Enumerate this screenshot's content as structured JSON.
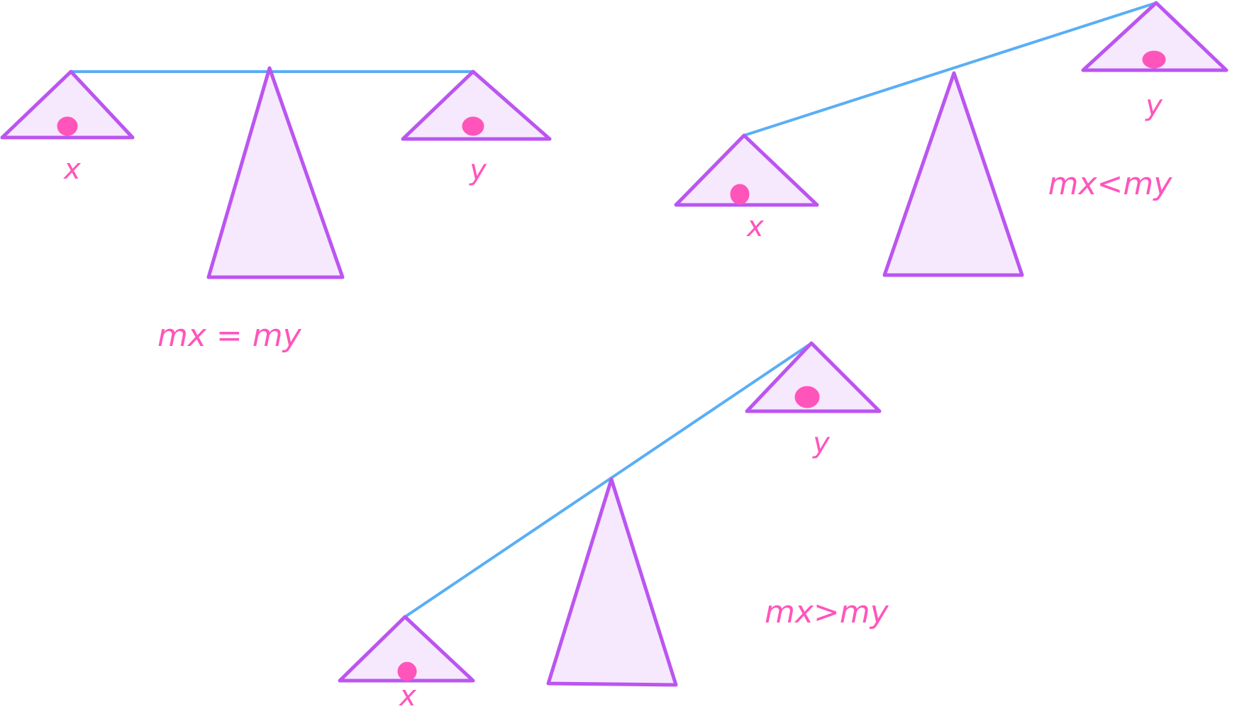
{
  "colors": {
    "beam": "#5aaef5",
    "outline": "#bb55f0",
    "fill": "#f7e9fd",
    "ink": "#ff55bb"
  },
  "balances": [
    {
      "left_label": "x",
      "right_label": "y",
      "relation": "mx = my"
    },
    {
      "left_label": "x",
      "right_label": "y",
      "relation": "mx<my"
    },
    {
      "left_label": "x",
      "right_label": "y",
      "relation": "mx>my"
    }
  ]
}
